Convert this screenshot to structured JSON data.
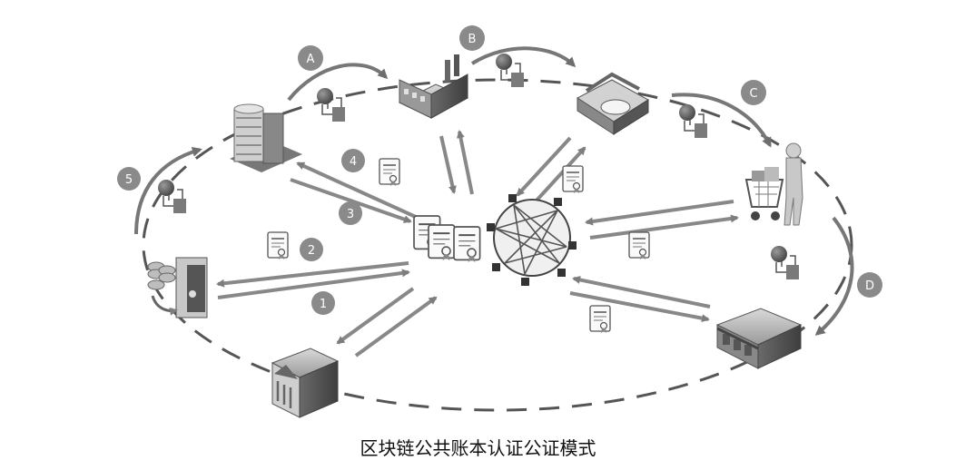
{
  "caption": "区块链公共账本认证公证模式",
  "letters": {
    "A": "A",
    "B": "B",
    "C": "C",
    "D": "D"
  },
  "numbers": {
    "n1": "1",
    "n2": "2",
    "n3": "3",
    "n4": "4",
    "n5": "5"
  }
}
